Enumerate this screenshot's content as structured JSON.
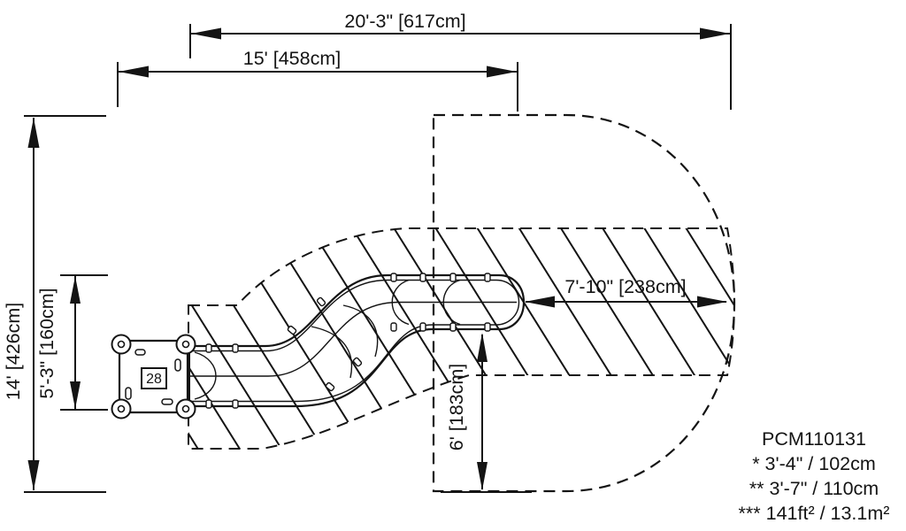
{
  "drawing": {
    "dimensions": {
      "overall_width": "20'-3\" [617cm]",
      "equipment_width": "15' [458cm]",
      "overall_depth": "14' [426cm]",
      "structure_depth": "5'-3\" [160cm]",
      "exit_clearance_width": "7'-10\" [238cm]",
      "exit_clearance_depth": "6' [183cm]"
    },
    "platform": {
      "deck_label": "28"
    },
    "notes": {
      "model": "PCM110131",
      "line1": "* 3'-4\" / 102cm",
      "line2": "** 3'-7\" / 110cm",
      "line3": "*** 141ft² / 13.1m²"
    }
  }
}
